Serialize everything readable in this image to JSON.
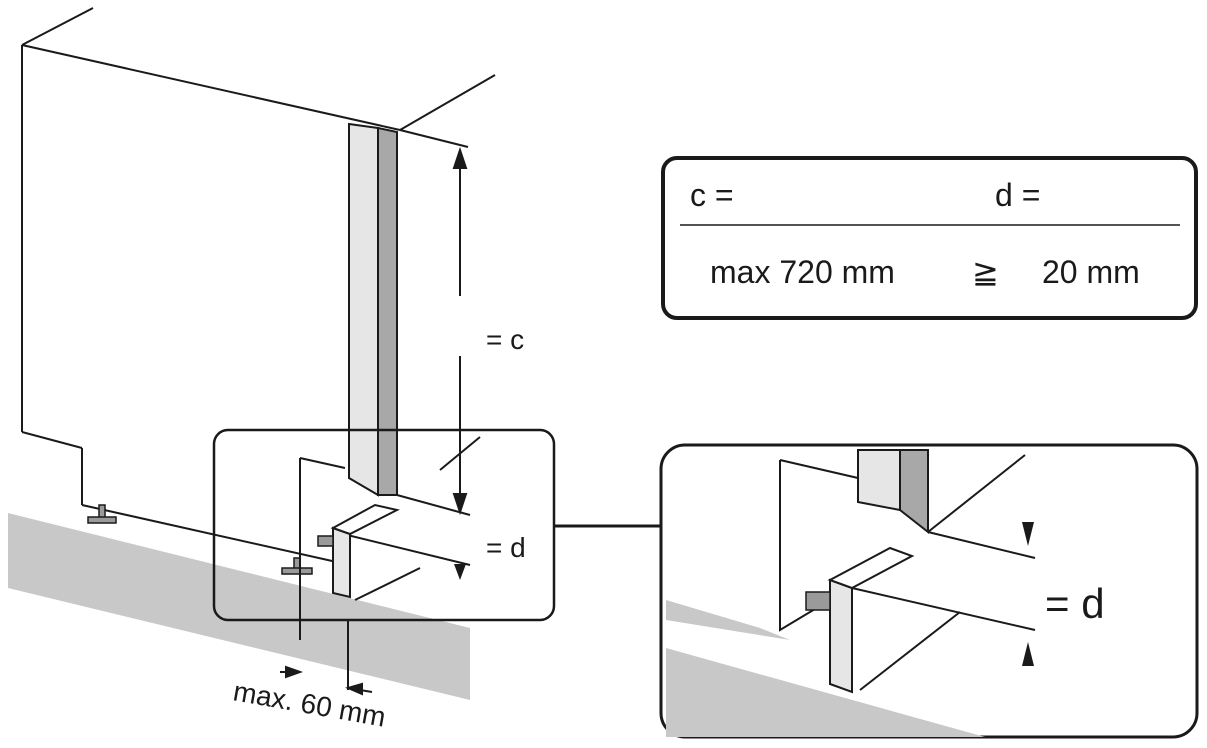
{
  "table": {
    "header_c": "c =",
    "header_d": "d =",
    "value_c": "max 720 mm",
    "relation": "≧",
    "value_d": "20 mm"
  },
  "labels": {
    "c": "= c",
    "d": "= d",
    "d_zoom": "= d",
    "max_60": "max. 60 mm"
  },
  "colors": {
    "line": "#1a1a1a",
    "floor": "#c8c8c8",
    "strip_light": "#e6e6e6",
    "strip_dark": "#a8a8a8"
  }
}
